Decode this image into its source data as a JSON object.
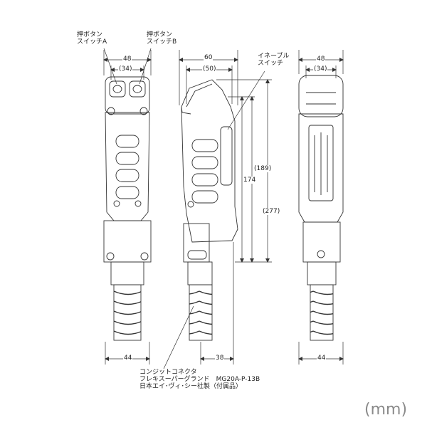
{
  "labels": {
    "switch_a": [
      "押ボタン",
      "スイッチA"
    ],
    "switch_b": [
      "押ボタン",
      "スイッチB"
    ],
    "enable_switch": [
      "イネーブル",
      "スイッチ"
    ],
    "connector": [
      "コンジットコネクタ",
      "フレキスーパーグランド　MG20A-P-13B",
      "日本エイ･ヴィ･シー社製（付属品）"
    ]
  },
  "dimensions": {
    "front_width": "48",
    "front_inner": "(34)",
    "front_bottom": "44",
    "side_width": "60",
    "side_inner": "(50)",
    "side_174": "174",
    "side_189": "(189)",
    "side_277": "(277)",
    "side_bottom": "38",
    "rear_width": "48",
    "rear_inner": "(34)",
    "rear_bottom": "44"
  },
  "unit": "(mm)"
}
